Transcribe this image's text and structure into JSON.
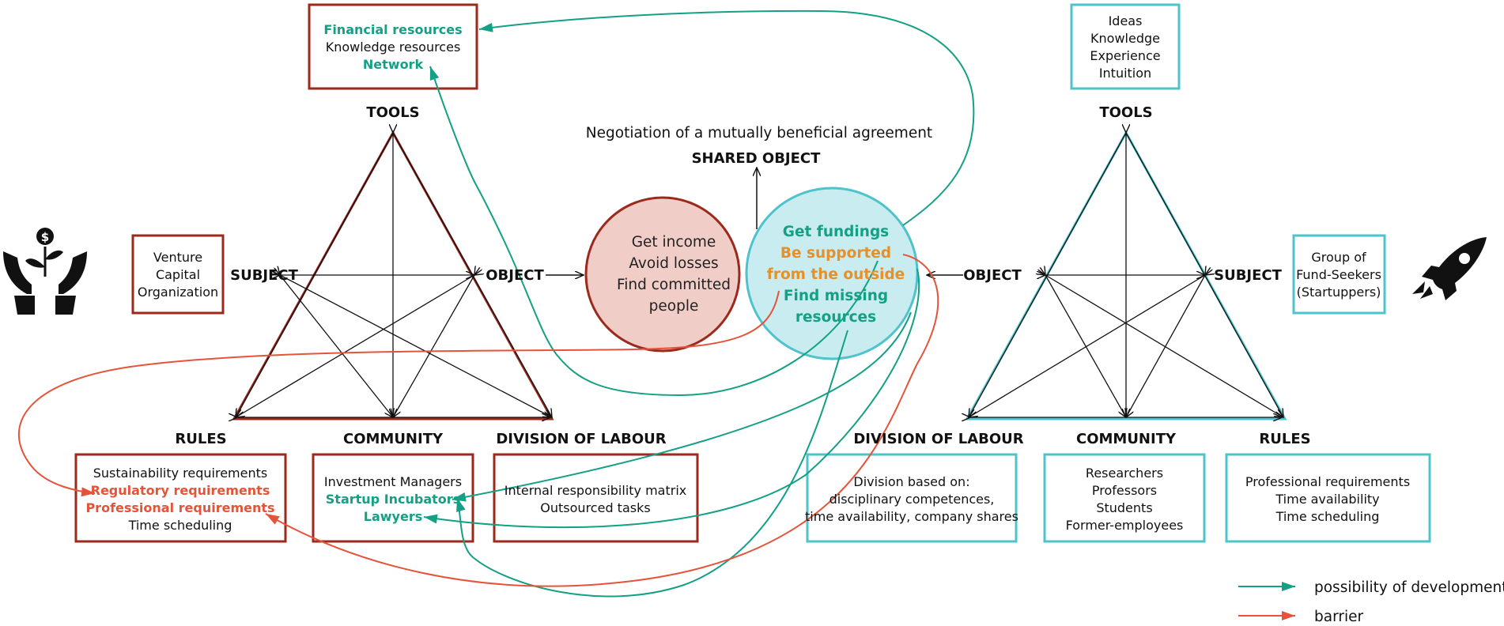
{
  "colors": {
    "dark_red": "#9b2a1c",
    "teal": "#4ec3cc",
    "green": "#14a085",
    "orange": "#e6902a",
    "red_orange": "#e5543a",
    "pink_fill": "#f1cdc8",
    "light_blue_fill": "#bfe9ee",
    "black": "#111111"
  },
  "icons": {
    "left": "hands-holding-plant-coin-icon",
    "right": "rocket-icon"
  },
  "header": {
    "negotiation": "Negotiation of a mutually beneficial agreement",
    "shared_object": "SHARED OBJECT"
  },
  "left_system": {
    "tools_label": "TOOLS",
    "subject_label": "SUBJECT",
    "object_label": "OBJECT",
    "rules_label": "RULES",
    "community_label": "COMMUNITY",
    "division_label": "DIVISION OF LABOUR",
    "tools_box": [
      "Financial resources",
      "Knowledge resources",
      "Network"
    ],
    "subject_box": [
      "Venture",
      "Capital",
      "Organization"
    ],
    "rules_box": [
      "Sustainability requirements",
      "Regulatory requirements",
      "Professional requirements",
      "Time scheduling"
    ],
    "community_box": [
      "Investment Managers",
      "Startup Incubators",
      "Lawyers"
    ],
    "division_box": [
      "Internal responsibility matrix",
      "Outsourced tasks"
    ],
    "object_circle": [
      "Get income",
      "Avoid losses",
      "Find committed",
      "people"
    ]
  },
  "right_system": {
    "tools_label": "TOOLS",
    "subject_label": "SUBJECT",
    "object_label": "OBJECT",
    "division_label": "DIVISION OF LABOUR",
    "community_label": "COMMUNITY",
    "rules_label": "RULES",
    "tools_box": [
      "Ideas",
      "Knowledge",
      "Experience",
      "Intuition"
    ],
    "subject_box": [
      "Group of",
      "Fund-Seekers",
      "(Startuppers)"
    ],
    "division_box": [
      "Division based on:",
      "disciplinary competences,",
      "time availability, company shares"
    ],
    "community_box": [
      "Researchers",
      "Professors",
      "Students",
      "Former-employees"
    ],
    "rules_box": [
      "Professional requirements",
      "Time availability",
      "Time scheduling"
    ],
    "object_circle": [
      "Get fundings",
      "Be supported",
      "from the outside",
      "Find missing",
      "resources"
    ]
  },
  "legend": {
    "development": "possibility of development",
    "barrier": "barrier"
  }
}
